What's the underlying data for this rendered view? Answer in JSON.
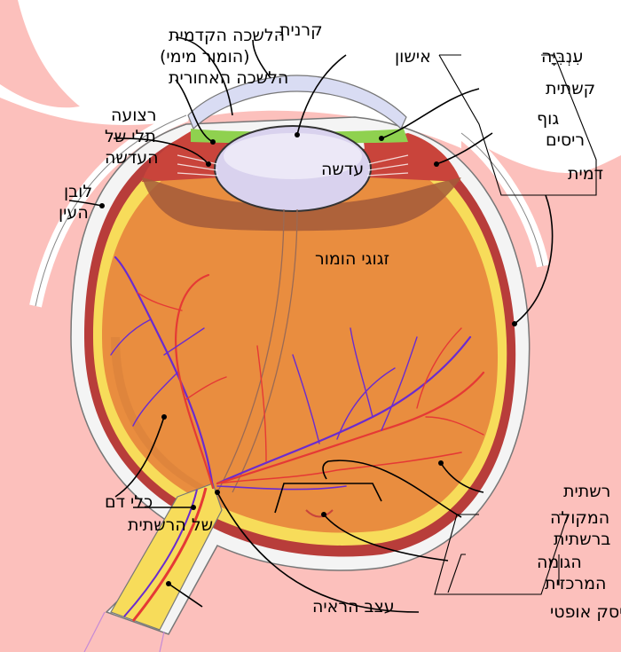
{
  "diagram": {
    "colors": {
      "background_skin": "#fcc0bc",
      "sclera": "#f4f4f4",
      "vitreous": "#e98d3f",
      "retina": "#f7dc5a",
      "choroid": "#b83d3a",
      "lens": "#d9d2ee",
      "cornea": "#d9dcf3",
      "iris": "#a35a3a",
      "ciliary": "#c9443b",
      "artery": "#e53935",
      "vein": "#6a2bd0",
      "anterior_chamber": "#8fd14f"
    },
    "labels": {
      "cornea": "קרנית",
      "anterior_chamber_1": "הלשכה הקדמית",
      "anterior_chamber_2": "(הומור מימי)",
      "posterior_chamber": "הלשכה האחורית",
      "pupil": "אישון",
      "conjunctiva": "עִנְבִּיָּה",
      "iris": "קשתית",
      "ciliary_1": "גוף",
      "ciliary_2": "ריסים",
      "zonule_1": "רצועה",
      "zonule_2": "תלי של",
      "zonule_3": "העדשה",
      "lens": "עדשה",
      "sclera_1": "לובן",
      "sclera_2": "העין",
      "choroid": "דמית",
      "vitreous": "זגוגי הומור",
      "retina": "רשתית",
      "macula_1": "המקולה",
      "macula_2": "ברשתית",
      "fovea_1": "הגומה",
      "fovea_2": "המרכזית",
      "optic_disc": "דיסק אופטי",
      "vessels_1": "כלי דם",
      "vessels_2": "של הרשתית",
      "optic_nerve": "עצב הראיה"
    }
  }
}
